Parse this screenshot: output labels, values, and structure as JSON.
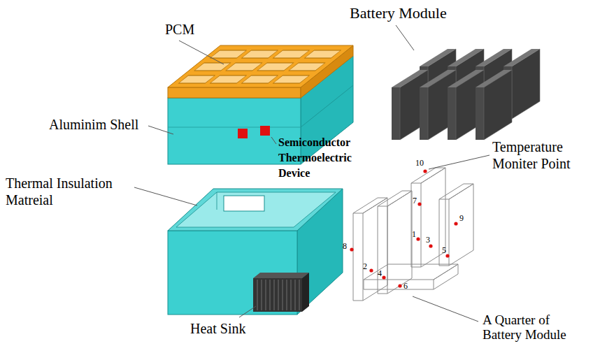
{
  "diagram": {
    "labels": [
      "PCM",
      "Battery Module",
      "Aluminim Shell",
      "Semiconductor Thermoelectric Device",
      "Temperature Moniter Point",
      "10",
      "Thermal Insulation Matreial",
      "7",
      "9",
      "1",
      "3",
      "5",
      "8",
      "2",
      "4",
      "6",
      "Heat Sink",
      "A Quarter of Battery Module"
    ]
  }
}
